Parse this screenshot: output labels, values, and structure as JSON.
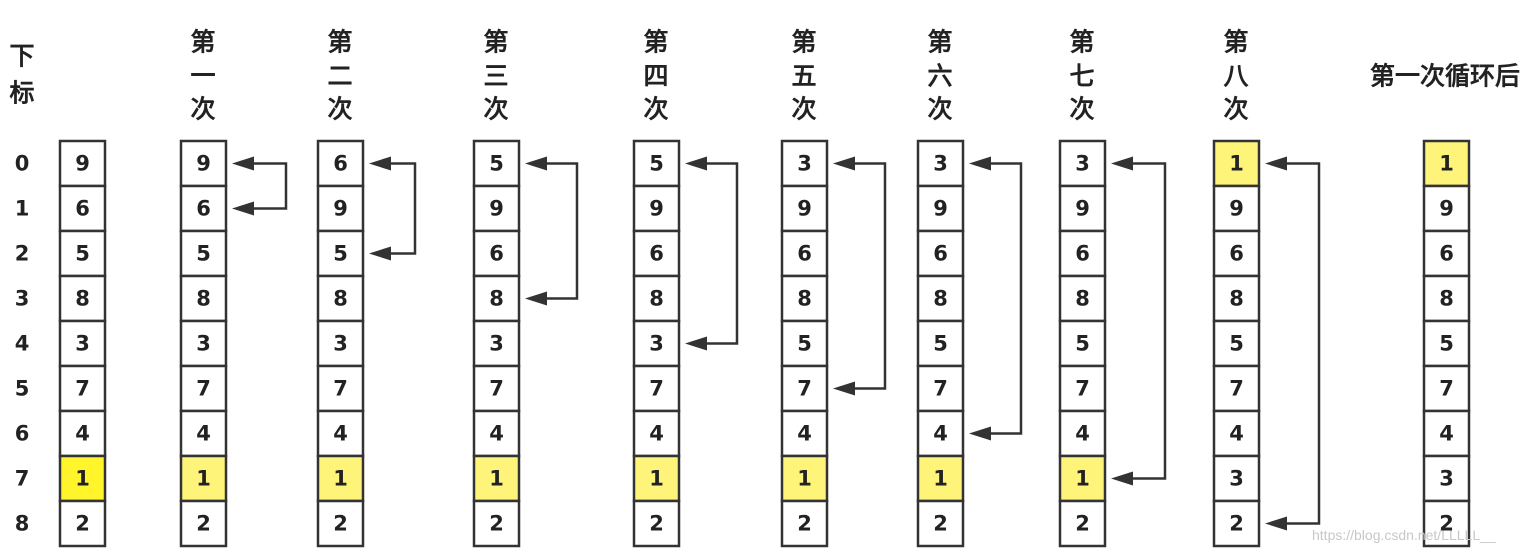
{
  "index_header": [
    "下",
    "标"
  ],
  "indices": [
    "0",
    "1",
    "2",
    "3",
    "4",
    "5",
    "6",
    "7",
    "8"
  ],
  "highlight_color": "#fff52a",
  "highlight_light_color": "#fff47a",
  "columns": [
    {
      "header": [],
      "values": [
        "9",
        "6",
        "5",
        "8",
        "3",
        "7",
        "4",
        "1",
        "2"
      ],
      "highlight": 7,
      "arrow": null
    },
    {
      "header": [
        "第",
        "一",
        "次"
      ],
      "values": [
        "9",
        "6",
        "5",
        "8",
        "3",
        "7",
        "4",
        "1",
        "2"
      ],
      "highlight": 7,
      "arrow": [
        0,
        1
      ]
    },
    {
      "header": [
        "第",
        "二",
        "次"
      ],
      "values": [
        "6",
        "9",
        "5",
        "8",
        "3",
        "7",
        "4",
        "1",
        "2"
      ],
      "highlight": 7,
      "arrow": [
        0,
        2
      ]
    },
    {
      "header": [
        "第",
        "三",
        "次"
      ],
      "values": [
        "5",
        "9",
        "6",
        "8",
        "3",
        "7",
        "4",
        "1",
        "2"
      ],
      "highlight": 7,
      "arrow": [
        0,
        3
      ]
    },
    {
      "header": [
        "第",
        "四",
        "次"
      ],
      "values": [
        "5",
        "9",
        "6",
        "8",
        "3",
        "7",
        "4",
        "1",
        "2"
      ],
      "highlight": 7,
      "arrow": [
        0,
        4
      ]
    },
    {
      "header": [
        "第",
        "五",
        "次"
      ],
      "values": [
        "3",
        "9",
        "6",
        "8",
        "5",
        "7",
        "4",
        "1",
        "2"
      ],
      "highlight": 7,
      "arrow": [
        0,
        5
      ]
    },
    {
      "header": [
        "第",
        "六",
        "次"
      ],
      "values": [
        "3",
        "9",
        "6",
        "8",
        "5",
        "7",
        "4",
        "1",
        "2"
      ],
      "highlight": 7,
      "arrow": [
        0,
        6
      ]
    },
    {
      "header": [
        "第",
        "七",
        "次"
      ],
      "values": [
        "3",
        "9",
        "6",
        "8",
        "5",
        "7",
        "4",
        "1",
        "2"
      ],
      "highlight": 7,
      "arrow": [
        0,
        7
      ]
    },
    {
      "header": [
        "第",
        "八",
        "次"
      ],
      "values": [
        "1",
        "9",
        "6",
        "8",
        "5",
        "7",
        "4",
        "3",
        "2"
      ],
      "highlight": 0,
      "arrow": [
        0,
        8
      ]
    },
    {
      "header": [
        "第一次循环后"
      ],
      "values": [
        "1",
        "9",
        "6",
        "8",
        "5",
        "7",
        "4",
        "3",
        "2"
      ],
      "highlight": 0,
      "arrow": null
    }
  ],
  "watermark": "https://blog.csdn.net/LLLLL__"
}
